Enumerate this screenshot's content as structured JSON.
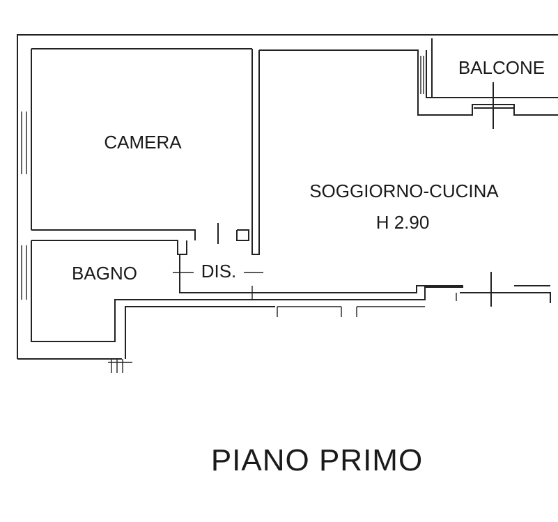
{
  "plan": {
    "rooms": {
      "camera": "CAMERA",
      "soggiorno": "SOGGIORNO-CUCINA",
      "height": "H 2.90",
      "balcone": "BALCONE",
      "bagno": "BAGNO",
      "dis": "DIS."
    },
    "title": "PIANO PRIMO"
  }
}
